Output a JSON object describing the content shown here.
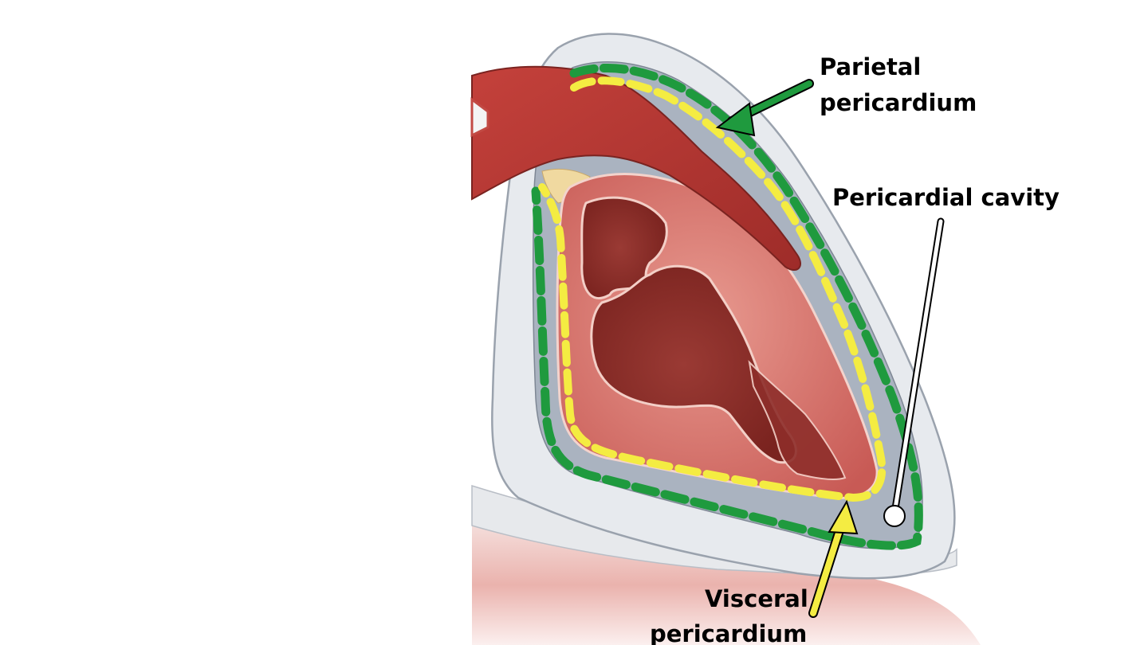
{
  "labels": {
    "parietal_line1": "Parietal",
    "parietal_line2": "pericardium",
    "cavity": "Pericardial cavity",
    "visceral_line1": "Visceral",
    "visceral_line2": "pericardium"
  },
  "colors": {
    "parietal_layer": "#1f9a3e",
    "visceral_layer": "#f4ec42",
    "cavity_fluid": "#aab3c0",
    "myocardium": "#d8706a",
    "vessel": "#b73a36",
    "chamber": "#8e2e2a",
    "fibrous_layer": "#e7eaee",
    "fat": "#f0d9a0"
  },
  "icons": {
    "parietal_arrow": "arrow-green",
    "visceral_arrow": "arrow-yellow",
    "cavity_pointer": "pin-white"
  }
}
